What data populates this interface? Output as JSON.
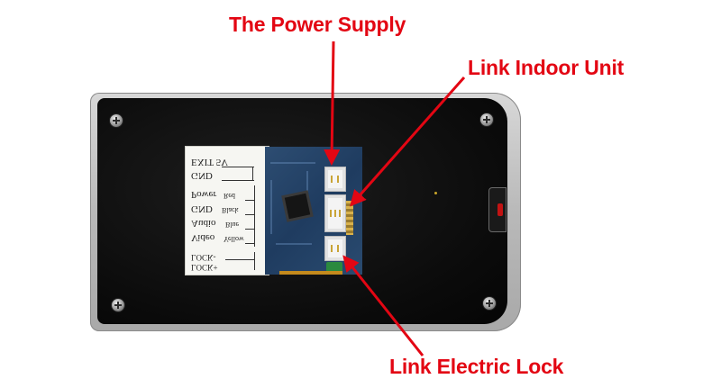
{
  "callouts": {
    "power_supply": "The Power Supply",
    "indoor_unit": "Link Indoor Unit",
    "electric_lock": "Link Electric Lock"
  },
  "sticker": {
    "rows": [
      {
        "main": "EXIT 5V",
        "sub": ""
      },
      {
        "main": "GND",
        "sub": ""
      },
      {
        "main": "Power",
        "sub": "Red"
      },
      {
        "main": "GND",
        "sub": "Black"
      },
      {
        "main": "Audio",
        "sub": "Blue"
      },
      {
        "main": "Video",
        "sub": "Yellow"
      },
      {
        "main": "LOCK-",
        "sub": ""
      },
      {
        "main": "LOCK+",
        "sub": ""
      }
    ]
  },
  "colors": {
    "callout_text": "#e30613",
    "arrow": "#e30613",
    "device_face": "#0b0b0b",
    "device_frame": "#b9b9b9",
    "pcb": "#1f3c60"
  },
  "icons": {
    "screw": "screw-icon",
    "arrow": "arrow-icon"
  }
}
